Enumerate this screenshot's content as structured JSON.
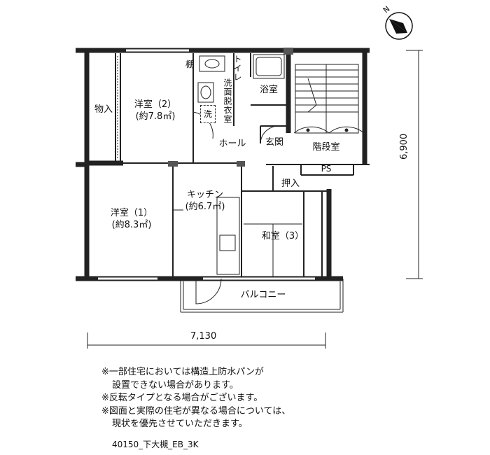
{
  "rooms": {
    "western2_name": "洋室（2）",
    "western2_area": "(約7.8㎡)",
    "western1_name": "洋室（1）",
    "western1_area": "(約8.3㎡)",
    "kitchen_name": "キッチン",
    "kitchen_area": "(約6.7㎡)",
    "japanese3": "和室（3）",
    "bath": "浴室",
    "hall": "ホール",
    "entrance": "玄関",
    "stairs": "階段室",
    "balcony": "バルコニー",
    "storage": "物入",
    "closet": "押入",
    "shelf": "棚",
    "toilet": "トイレ",
    "washroom": "洗面脱衣室",
    "wash": "洗",
    "ps": "PS"
  },
  "dimensions": {
    "width": "7,130",
    "depth": "6,900"
  },
  "compass_label": "N",
  "notes": [
    "※一部住宅においては構造上防水パンが",
    "設置できない場合があります。",
    "※反転タイプとなる場合がございます。",
    "※図面と実際の住宅が異なる場合については、",
    "現状を優先させていただきます。"
  ],
  "code": "40150_下大槻_EB_3K"
}
